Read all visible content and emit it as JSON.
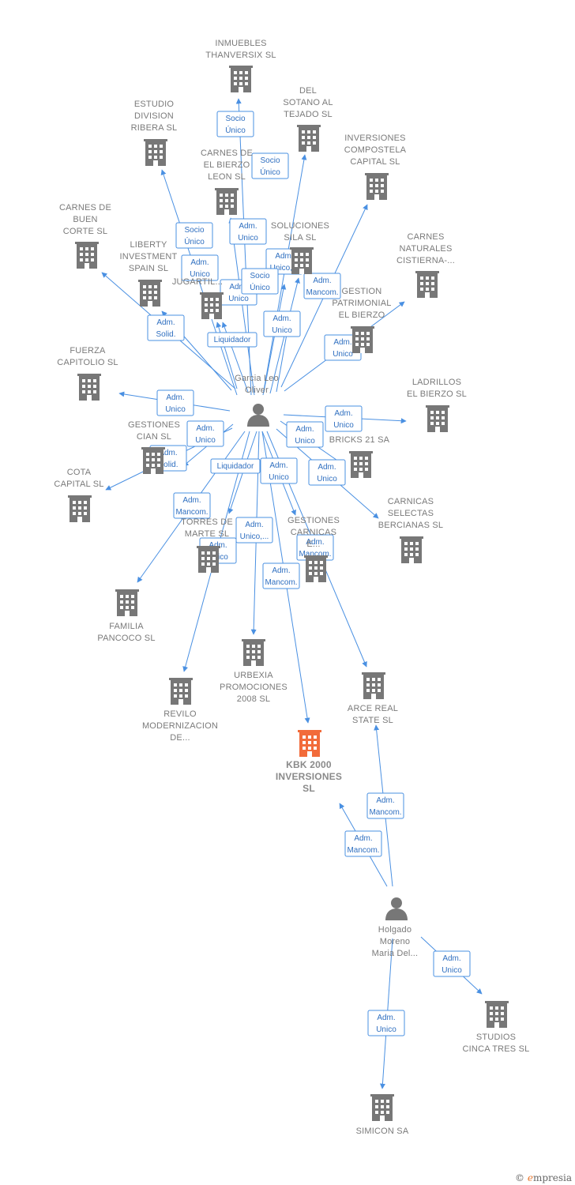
{
  "colors": {
    "edge": "#4a90e2",
    "building": "#777777",
    "main_building": "#f26b3a",
    "person": "#777777"
  },
  "persons": [
    {
      "id": "p1",
      "label": [
        "Garcia Leo",
        "Oliver"
      ],
      "icon": "person-icon"
    },
    {
      "id": "p2",
      "label": [
        "Holgado",
        "Moreno",
        "Maria Del..."
      ],
      "icon": "person-icon"
    }
  ],
  "companies": [
    {
      "id": "c1",
      "label": [
        "INMUEBLES",
        "THANVERSIX SL"
      ]
    },
    {
      "id": "c2",
      "label": [
        "DEL",
        "SOTANO AL",
        "TEJADO  SL"
      ]
    },
    {
      "id": "c3",
      "label": [
        "ESTUDIO",
        "DIVISION",
        "RIBERA  SL"
      ]
    },
    {
      "id": "c4",
      "label": [
        "CARNES DE",
        "EL BIERZO",
        "LEON SL"
      ]
    },
    {
      "id": "c5",
      "label": [
        "INVERSIONES",
        "COMPOSTELA",
        "CAPITAL  SL"
      ]
    },
    {
      "id": "c6",
      "label": [
        "CARNES DE",
        "BUEN",
        "CORTE SL"
      ]
    },
    {
      "id": "c7",
      "label": [
        "SOLUCIONES",
        "SILA SL"
      ]
    },
    {
      "id": "c8",
      "label": [
        "CARNES",
        "NATURALES",
        "CISTIERNA-..."
      ]
    },
    {
      "id": "c9",
      "label": [
        "LIBERTY",
        "INVESTMENT",
        "SPAIN  SL"
      ]
    },
    {
      "id": "c10",
      "label": [
        "JUGARTIL..."
      ]
    },
    {
      "id": "c11",
      "label": [
        "GESTION",
        "PATRIMONIAL",
        "EL BIERZO"
      ]
    },
    {
      "id": "c12",
      "label": [
        "FUERZA",
        "CAPITOLIO  SL"
      ]
    },
    {
      "id": "c13",
      "label": [
        "LADRILLOS",
        "EL BIERZO SL"
      ]
    },
    {
      "id": "c14",
      "label": [
        "GESTIONES",
        "CIAN  SL"
      ]
    },
    {
      "id": "c15",
      "label": [
        "BRICKS 21 SA"
      ]
    },
    {
      "id": "c16",
      "label": [
        "COTA",
        "CAPITAL  SL"
      ]
    },
    {
      "id": "c17",
      "label": [
        "CARNICAS",
        "SELECTAS",
        "BERCIANAS SL"
      ]
    },
    {
      "id": "c18",
      "label": [
        "TORRES DE",
        "MARTE SL"
      ]
    },
    {
      "id": "c19",
      "label": [
        "GESTIONES",
        "CARNICAS",
        "E..."
      ]
    },
    {
      "id": "c20",
      "label": [
        "FAMILIA",
        "PANCOCO  SL"
      ]
    },
    {
      "id": "c21",
      "label": [
        "URBEXIA",
        "PROMOCIONES",
        "2008 SL"
      ]
    },
    {
      "id": "c22",
      "label": [
        "ARCE REAL",
        "STATE  SL"
      ]
    },
    {
      "id": "c23",
      "label": [
        "REVILO",
        "MODERNIZACION",
        "DE..."
      ]
    },
    {
      "id": "c24",
      "label": [
        "KBK 2000",
        "INVERSIONES",
        "SL"
      ],
      "main": true
    },
    {
      "id": "c25",
      "label": [
        "STUDIOS",
        "CINCA TRES SL"
      ]
    },
    {
      "id": "c26",
      "label": [
        "SIMICON SA"
      ]
    }
  ],
  "relations": [
    {
      "from": "p1",
      "to": "c1",
      "label": [
        "Socio",
        "Único"
      ]
    },
    {
      "from": "p1",
      "to": "c2",
      "label": [
        "Socio",
        "Único"
      ]
    },
    {
      "from": "p1",
      "to": "c3",
      "label": [
        "Socio",
        "Único"
      ]
    },
    {
      "from": "p1",
      "to": "c4",
      "label": [
        "Adm.",
        "Unico"
      ]
    },
    {
      "from": "p1",
      "to": "c5",
      "label": [
        "Adm.",
        "Mancom."
      ]
    },
    {
      "from": "p1",
      "to": "c6",
      "label": [
        "Adm.",
        "Solid."
      ]
    },
    {
      "from": "p1",
      "to": "c7",
      "label": [
        "Adm.",
        "Unico,..."
      ]
    },
    {
      "from": "p1",
      "to": "c8",
      "label": [
        "Adm.",
        "Unico"
      ]
    },
    {
      "from": "p1",
      "to": "c9",
      "label": [
        "Adm.",
        "Unico"
      ]
    },
    {
      "from": "p1",
      "to": "c10",
      "label": [
        "Liquidador"
      ]
    },
    {
      "from": "p1",
      "to": "c10",
      "label": [
        "Adm.",
        "Unico"
      ]
    },
    {
      "from": "p1",
      "to": "c7",
      "label": [
        "Socio",
        "Único"
      ]
    },
    {
      "from": "p1",
      "to": "c11",
      "label": [
        "Adm.",
        "Unico"
      ]
    },
    {
      "from": "p1",
      "to": "c12",
      "label": [
        "Adm.",
        "Unico"
      ]
    },
    {
      "from": "p1",
      "to": "c13",
      "label": [
        "Adm.",
        "Unico"
      ]
    },
    {
      "from": "p1",
      "to": "c14",
      "label": [
        "Adm.",
        "Unico"
      ]
    },
    {
      "from": "p1",
      "to": "c15",
      "label": [
        "Adm.",
        "Unico"
      ]
    },
    {
      "from": "p1",
      "to": "c16",
      "label": [
        "Adm.",
        "Solid."
      ]
    },
    {
      "from": "p1",
      "to": "c17",
      "label": [
        "Adm.",
        "Unico"
      ]
    },
    {
      "from": "p1",
      "to": "c18",
      "label": [
        "Liquidador"
      ]
    },
    {
      "from": "p1",
      "to": "c19",
      "label": [
        "Adm.",
        "Unico"
      ]
    },
    {
      "from": "p1",
      "to": "c20",
      "label": [
        "Adm.",
        "Mancom."
      ]
    },
    {
      "from": "p1",
      "to": "c21",
      "label": [
        "Adm.",
        "Unico,..."
      ]
    },
    {
      "from": "p1",
      "to": "c22",
      "label": [
        "Adm.",
        "Mancom."
      ]
    },
    {
      "from": "p1",
      "to": "c23",
      "label": [
        "Adm.",
        "Unico"
      ]
    },
    {
      "from": "p1",
      "to": "c24",
      "label": [
        "Adm.",
        "Mancom."
      ]
    },
    {
      "from": "p2",
      "to": "c22",
      "label": [
        "Adm.",
        "Mancom."
      ]
    },
    {
      "from": "p2",
      "to": "c24",
      "label": [
        "Adm.",
        "Mancom."
      ]
    },
    {
      "from": "p2",
      "to": "c25",
      "label": [
        "Adm.",
        "Unico"
      ]
    },
    {
      "from": "p2",
      "to": "c26",
      "label": [
        "Adm.",
        "Unico"
      ]
    }
  ],
  "footer": {
    "copyright": "©",
    "brand_initial": "e",
    "brand_rest": "mpresia"
  }
}
